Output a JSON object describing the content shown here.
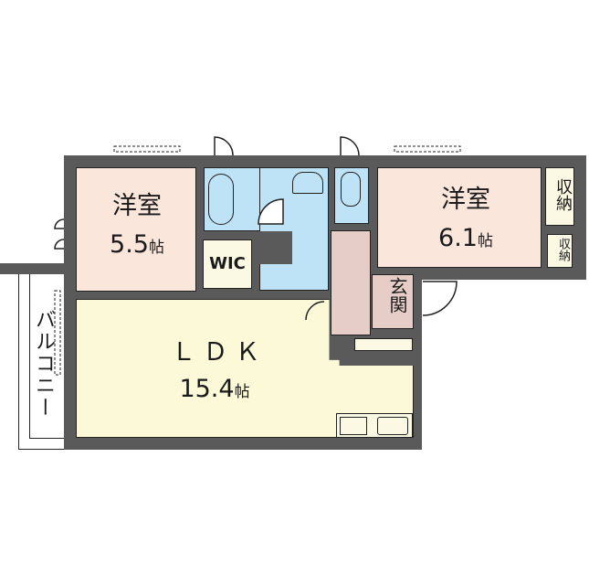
{
  "floor_plan": {
    "rooms": [
      {
        "id": "western-room-1",
        "name": "洋室",
        "area": "5.5",
        "unit": "帖"
      },
      {
        "id": "western-room-2",
        "name": "洋室",
        "area": "6.1",
        "unit": "帖"
      },
      {
        "id": "ldk",
        "name": "ＬＤＫ",
        "area": "15.4",
        "unit": "帖"
      },
      {
        "id": "wic",
        "name": "WIC"
      },
      {
        "id": "entrance",
        "name": "玄関"
      },
      {
        "id": "storage-1",
        "name": "収納"
      },
      {
        "id": "storage-2",
        "name": "収納"
      },
      {
        "id": "balcony",
        "name": "バルコニー"
      }
    ],
    "colors": {
      "wall": "#5a5a5a",
      "western_room": "#fbe6dc",
      "ldk": "#fbf9d8",
      "wet_area": "#bfe3f6",
      "storage": "#fbf9e4",
      "entrance": "#e6cdc8"
    }
  }
}
